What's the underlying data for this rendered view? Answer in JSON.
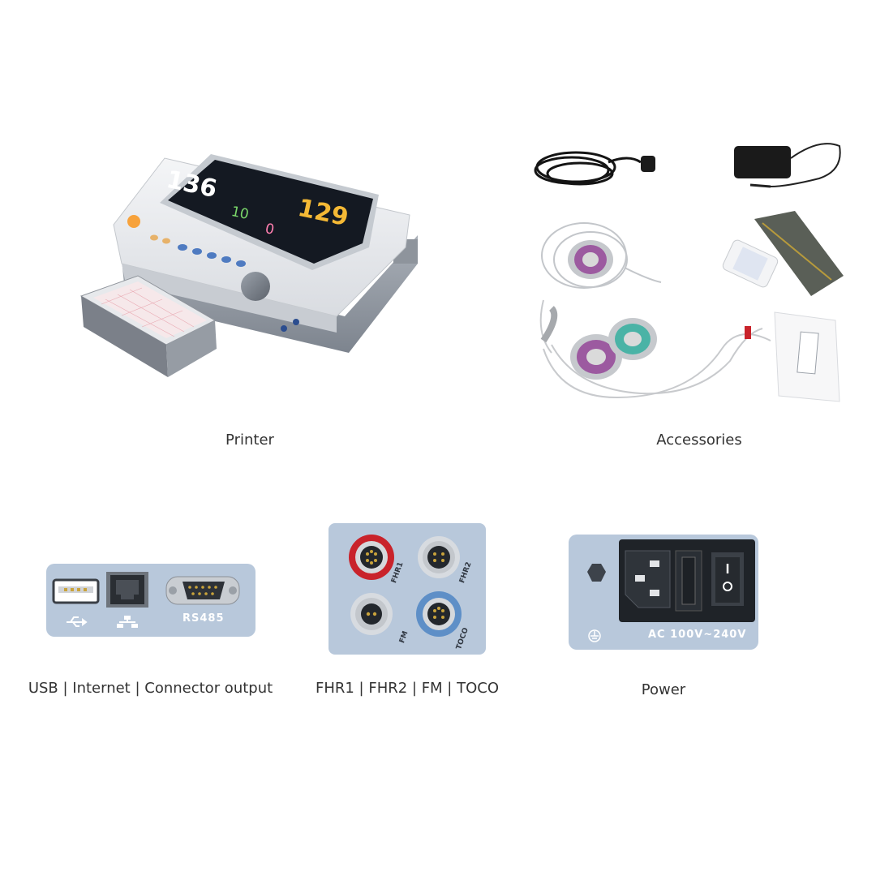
{
  "captions": {
    "printer": "Printer",
    "accessories": "Accessories",
    "ports": "USB | Internet | Connector output",
    "sensors": "FHR1 | FHR2 | FM | TOCO",
    "power": "Power"
  },
  "monitor": {
    "fhr1_value": "136",
    "fhr2_value": "129",
    "fm_value": "10",
    "toco_value": "0"
  },
  "ports_panel": {
    "serial_label": "RS485"
  },
  "sensor_panel": {
    "fhr1": "FHR1",
    "fhr2": "FHR2",
    "fm": "FM",
    "toco": "TOCO"
  },
  "power_panel": {
    "voltage_label": "AC 100V~240V"
  },
  "colors": {
    "panel_bg": "#b8c8db",
    "fhr1_ring": "#c9232b",
    "toco_ring": "#5e8fc7",
    "fhr1_digits": "#ffffff",
    "fhr2_digits": "#f5b935",
    "fm_digits": "#7ad66a",
    "toco_digits": "#ff7fb0"
  }
}
